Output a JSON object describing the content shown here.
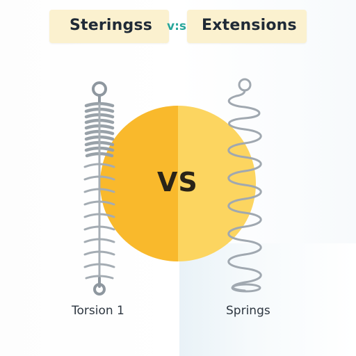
{
  "banner": {
    "left_title": "Steringss",
    "vs_small": "v:s",
    "right_title": "Extensions"
  },
  "center": {
    "vs_text": "VS"
  },
  "labels": {
    "left": "Torsion 1",
    "right": "Springs"
  },
  "colors": {
    "banner_bg": "#fbf1cf",
    "circle_left": "#f9b92c",
    "circle_right": "#fcd560",
    "vs_small_color": "#27a69a",
    "spring_metal": "#9aa3ab"
  },
  "icons": {
    "left_spring": "torsion-spring-icon",
    "right_spring": "extension-spring-icon"
  }
}
